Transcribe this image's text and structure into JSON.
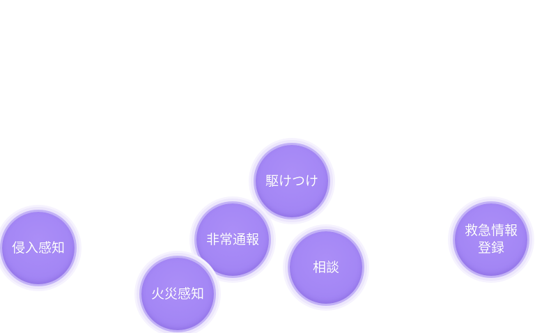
{
  "menu": {
    "rush": "駆けつけ",
    "intrusion": "侵入感知",
    "emergency_alarm": "非常通報",
    "consultation": "相談",
    "fire": "火災感知",
    "medical_info": "救急情報\n登録"
  },
  "colors": {
    "bubble_fill": "#a487f5",
    "bubble_ring": "#c3b2f7",
    "bubble_glow": "#ece6fc",
    "label": "#ffffff",
    "background": "#ffffff"
  }
}
